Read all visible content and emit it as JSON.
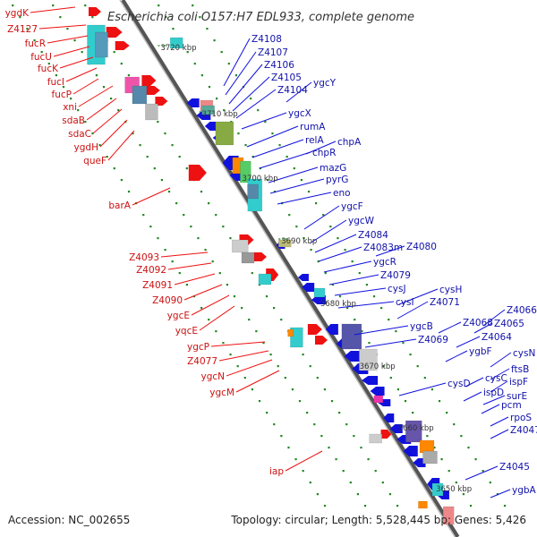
{
  "title": "Escherichia coli O157:H7 EDL933, complete genome",
  "footer": {
    "accession": "Accession: NC_002655",
    "summary": "Topology: circular; Length: 5,528,445 bp; Genes: 5,426"
  },
  "colors": {
    "forward": "#ee1111",
    "reverse": "#1111dd",
    "backbone": "#888888",
    "tick": "#228822"
  },
  "scale_labels": [
    "3720 kbp",
    "3710 kbp",
    "3700 kbp",
    "3690 kbp",
    "3680 kbp",
    "3670 kbp",
    "3660 kbp",
    "3650 kbp"
  ],
  "left_labels": [
    "ygdK",
    "Z4127",
    "fucR",
    "fucU",
    "fucK",
    "fucI",
    "fucP",
    "xni",
    "sdaB",
    "sdaC",
    "ygdH",
    "queF",
    "barA",
    "Z4093",
    "Z4092",
    "Z4091",
    "Z4090",
    "ygcE",
    "yqcE",
    "ygcP",
    "Z4077",
    "ygcN",
    "ygcM",
    "iap"
  ],
  "right_labels": [
    "Z4108",
    "Z4107",
    "Z4106",
    "Z4105",
    "Z4104",
    "ygcY",
    "ygcX",
    "rumA",
    "relA",
    "chpA",
    "chpR",
    "mazG",
    "pyrG",
    "eno",
    "ygcF",
    "ygcW",
    "Z4084",
    "Z4083m",
    "Z4080",
    "ygcR",
    "Z4079",
    "cysJ",
    "cysH",
    "cysI",
    "Z4071",
    "Z4066",
    "Z4065",
    "ygcB",
    "Z4068",
    "Z4069",
    "Z4064",
    "ygbF",
    "cysN",
    "ftsB",
    "cysC",
    "ispF",
    "cysD",
    "ispD",
    "surE",
    "pcm",
    "rpoS",
    "Z4047",
    "Z4045",
    "ygbA"
  ]
}
